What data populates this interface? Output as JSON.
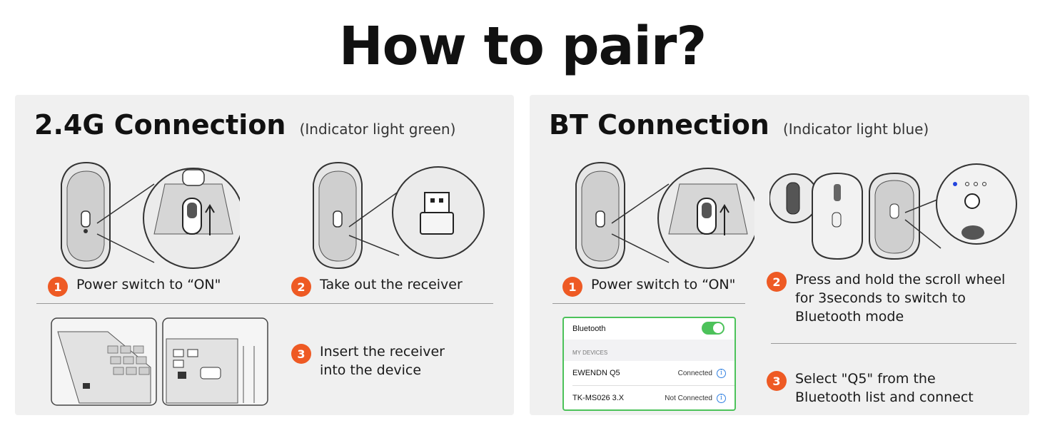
{
  "page": {
    "title": "How to pair?"
  },
  "left": {
    "title": "2.4G Connection",
    "subtitle": "(Indicator light green)",
    "steps": [
      {
        "num": "1",
        "text": "Power switch to “ON\""
      },
      {
        "num": "2",
        "text": "Take out the receiver"
      },
      {
        "num": "3",
        "text": "Insert the receiver\ninto the device"
      }
    ]
  },
  "right": {
    "title": "BT Connection",
    "subtitle": "(Indicator light blue)",
    "steps": [
      {
        "num": "1",
        "text": "Power switch to “ON\""
      },
      {
        "num": "2",
        "text": "Press and hold the scroll wheel\nfor 3seconds to switch to\nBluetooth mode"
      },
      {
        "num": "3",
        "text": "Select \"Q5\" from the\nBluetooth list and connect"
      }
    ],
    "bluetooth": {
      "label": "Bluetooth",
      "section": "MY DEVICES",
      "devices": [
        {
          "name": "EWENDN Q5",
          "status": "Connected",
          "info": "i"
        },
        {
          "name": "TK-MS026 3.X",
          "status": "Not Connected",
          "info": "i"
        }
      ]
    }
  },
  "colors": {
    "accent": "#ee5a24",
    "toggle": "#4cc25a",
    "panel": "#f0f0f0",
    "led": "#2244dd"
  },
  "icons": [
    "mouse-bottom-icon",
    "power-switch-icon",
    "usb-receiver-icon",
    "laptop-port-icon",
    "scroll-wheel-icon",
    "indicator-led-icon",
    "info-icon"
  ]
}
